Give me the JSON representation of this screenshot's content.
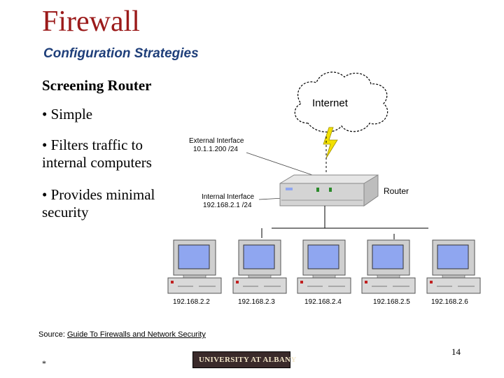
{
  "slide": {
    "title": "Firewall",
    "subtitle": "Configuration Strategies",
    "heading": "Screening Router",
    "bullets": [
      "• Simple",
      "• Filters traffic to internal computers",
      "• Provides minimal security"
    ],
    "source_prefix": "Source: ",
    "source_ref": "Guide To Firewalls and Network Security",
    "page_number": "14",
    "footer_mark": "*",
    "logo_text": "UNIVERSITY AT ALBANY"
  },
  "diagram": {
    "cloud_label": "Internet",
    "router_label": "Router",
    "external_interface_label": "External Interface",
    "external_interface_ip": "10.1.1.200 /24",
    "internal_interface_label": "Internal Interface",
    "internal_interface_ip": "192.168.2.1 /24",
    "computers": [
      "192.168.2.2",
      "192.168.2.3",
      "192.168.2.4",
      "192.168.2.5",
      "192.168.2.6"
    ]
  },
  "colors": {
    "title": "#9b1a1a",
    "subtitle": "#1f3f7a",
    "lightning": "#f2e000",
    "screen": "#8fa6f0"
  }
}
